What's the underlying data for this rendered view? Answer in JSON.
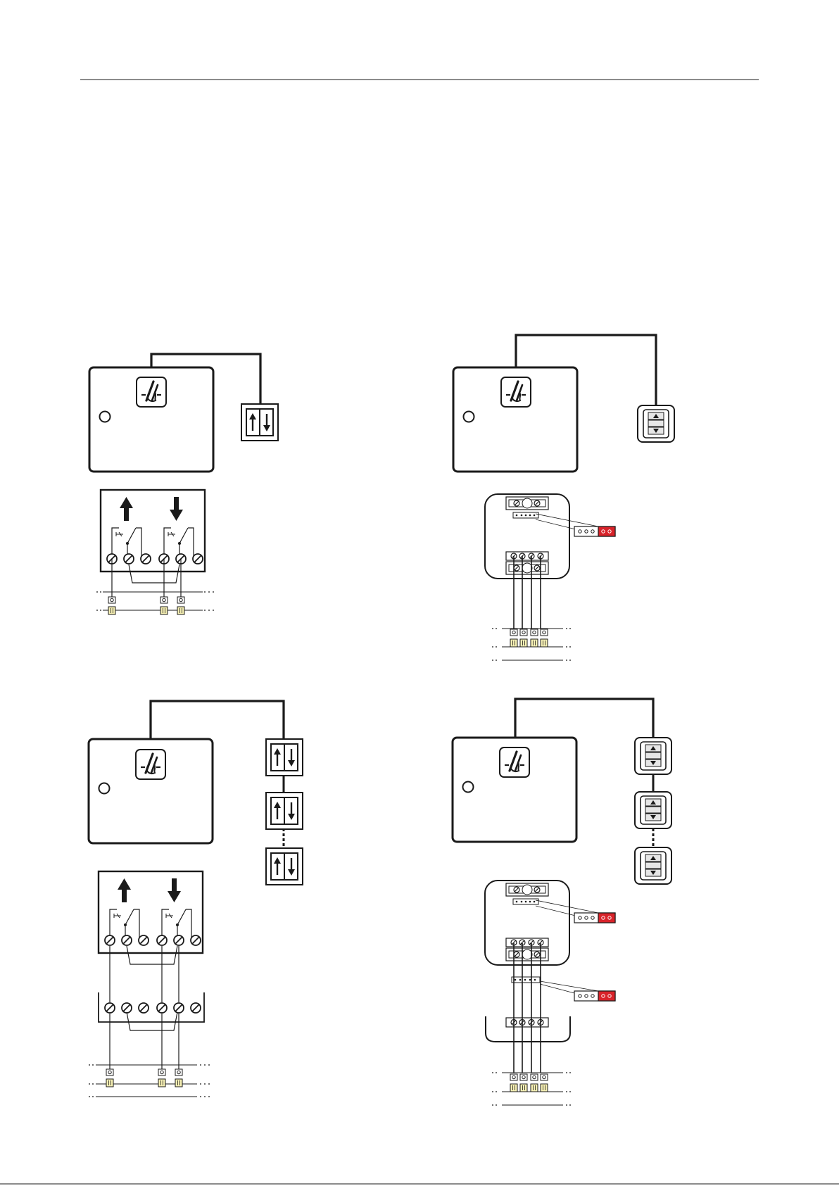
{
  "page": {
    "header_rule": true,
    "footer_rule": true
  },
  "diagrams": [
    {
      "id": "a",
      "panel_icon": "fire-panel-icon",
      "switch_type": "toggle-switch",
      "switch_count": 1,
      "terminals": "relay-6",
      "secondary_terminal_block": false
    },
    {
      "id": "b",
      "panel_icon": "fire-panel-icon",
      "switch_type": "button-switch",
      "switch_count": 1,
      "terminals": "module-4",
      "secondary_terminal_block": false
    },
    {
      "id": "c",
      "panel_icon": "fire-panel-icon",
      "switch_type": "toggle-switch",
      "switch_count": 3,
      "terminals": "relay-6",
      "secondary_terminal_block": true
    },
    {
      "id": "d",
      "panel_icon": "fire-panel-icon",
      "switch_type": "button-switch",
      "switch_count": 3,
      "terminals": "module-4",
      "secondary_terminal_block": true
    }
  ],
  "colors": {
    "line": "#1a1a1a",
    "connector_red": "#d8232a",
    "terminal_yellow": "#f6f0b4",
    "button_fill": "#e6e6e6"
  }
}
